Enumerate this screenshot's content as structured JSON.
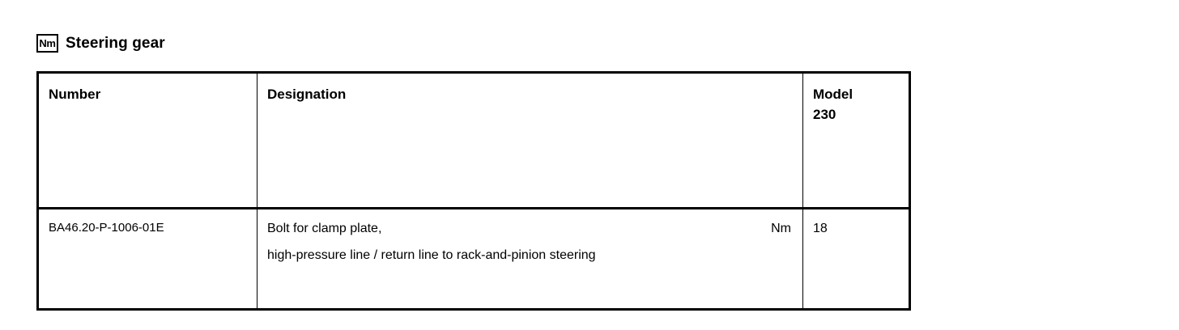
{
  "section": {
    "badge_label": "Nm",
    "badge_icon": "torque-unit-icon",
    "title": "Steering gear"
  },
  "table": {
    "columns": [
      {
        "key": "number",
        "header": "Number"
      },
      {
        "key": "designation",
        "header": "Designation"
      },
      {
        "key": "model",
        "header": "Model",
        "header_sub": "230"
      }
    ],
    "rows": [
      {
        "number": "BA46.20-P-1006-01E",
        "designation_line1": "Bolt for clamp plate,",
        "designation_line2": "high-pressure line / return line to rack-and-pinion steering",
        "unit": "Nm",
        "model": "18"
      }
    ]
  },
  "colors": {
    "border": "#000000",
    "text": "#000000",
    "background": "#ffffff"
  }
}
